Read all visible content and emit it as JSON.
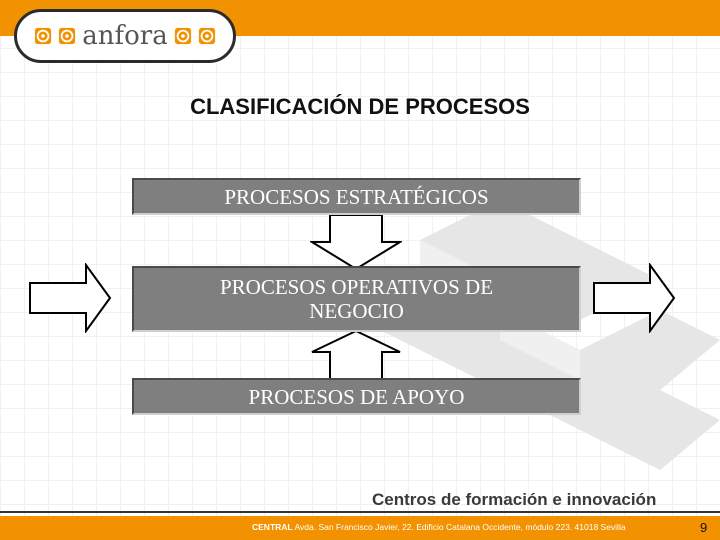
{
  "header": {
    "logo_text": "anfora"
  },
  "slide": {
    "title": "CLASIFICACIÓN DE PROCESOS"
  },
  "boxes": {
    "strategic": "PROCESOS ESTRATÉGICOS",
    "operative_line1": "PROCESOS OPERATIVOS DE",
    "operative_line2": "NEGOCIO",
    "support": "PROCESOS DE APOYO"
  },
  "footer": {
    "title": "Centros de formación e innovación",
    "brand": "CENTRAL",
    "address": " Avda. San Francisco Javier, 22. Edificio Catalana Occidente, módulo 223. 41018 Sevilla",
    "page_number": "9"
  },
  "colors": {
    "accent": "#f39200",
    "box_fill": "#7f7f7f"
  }
}
